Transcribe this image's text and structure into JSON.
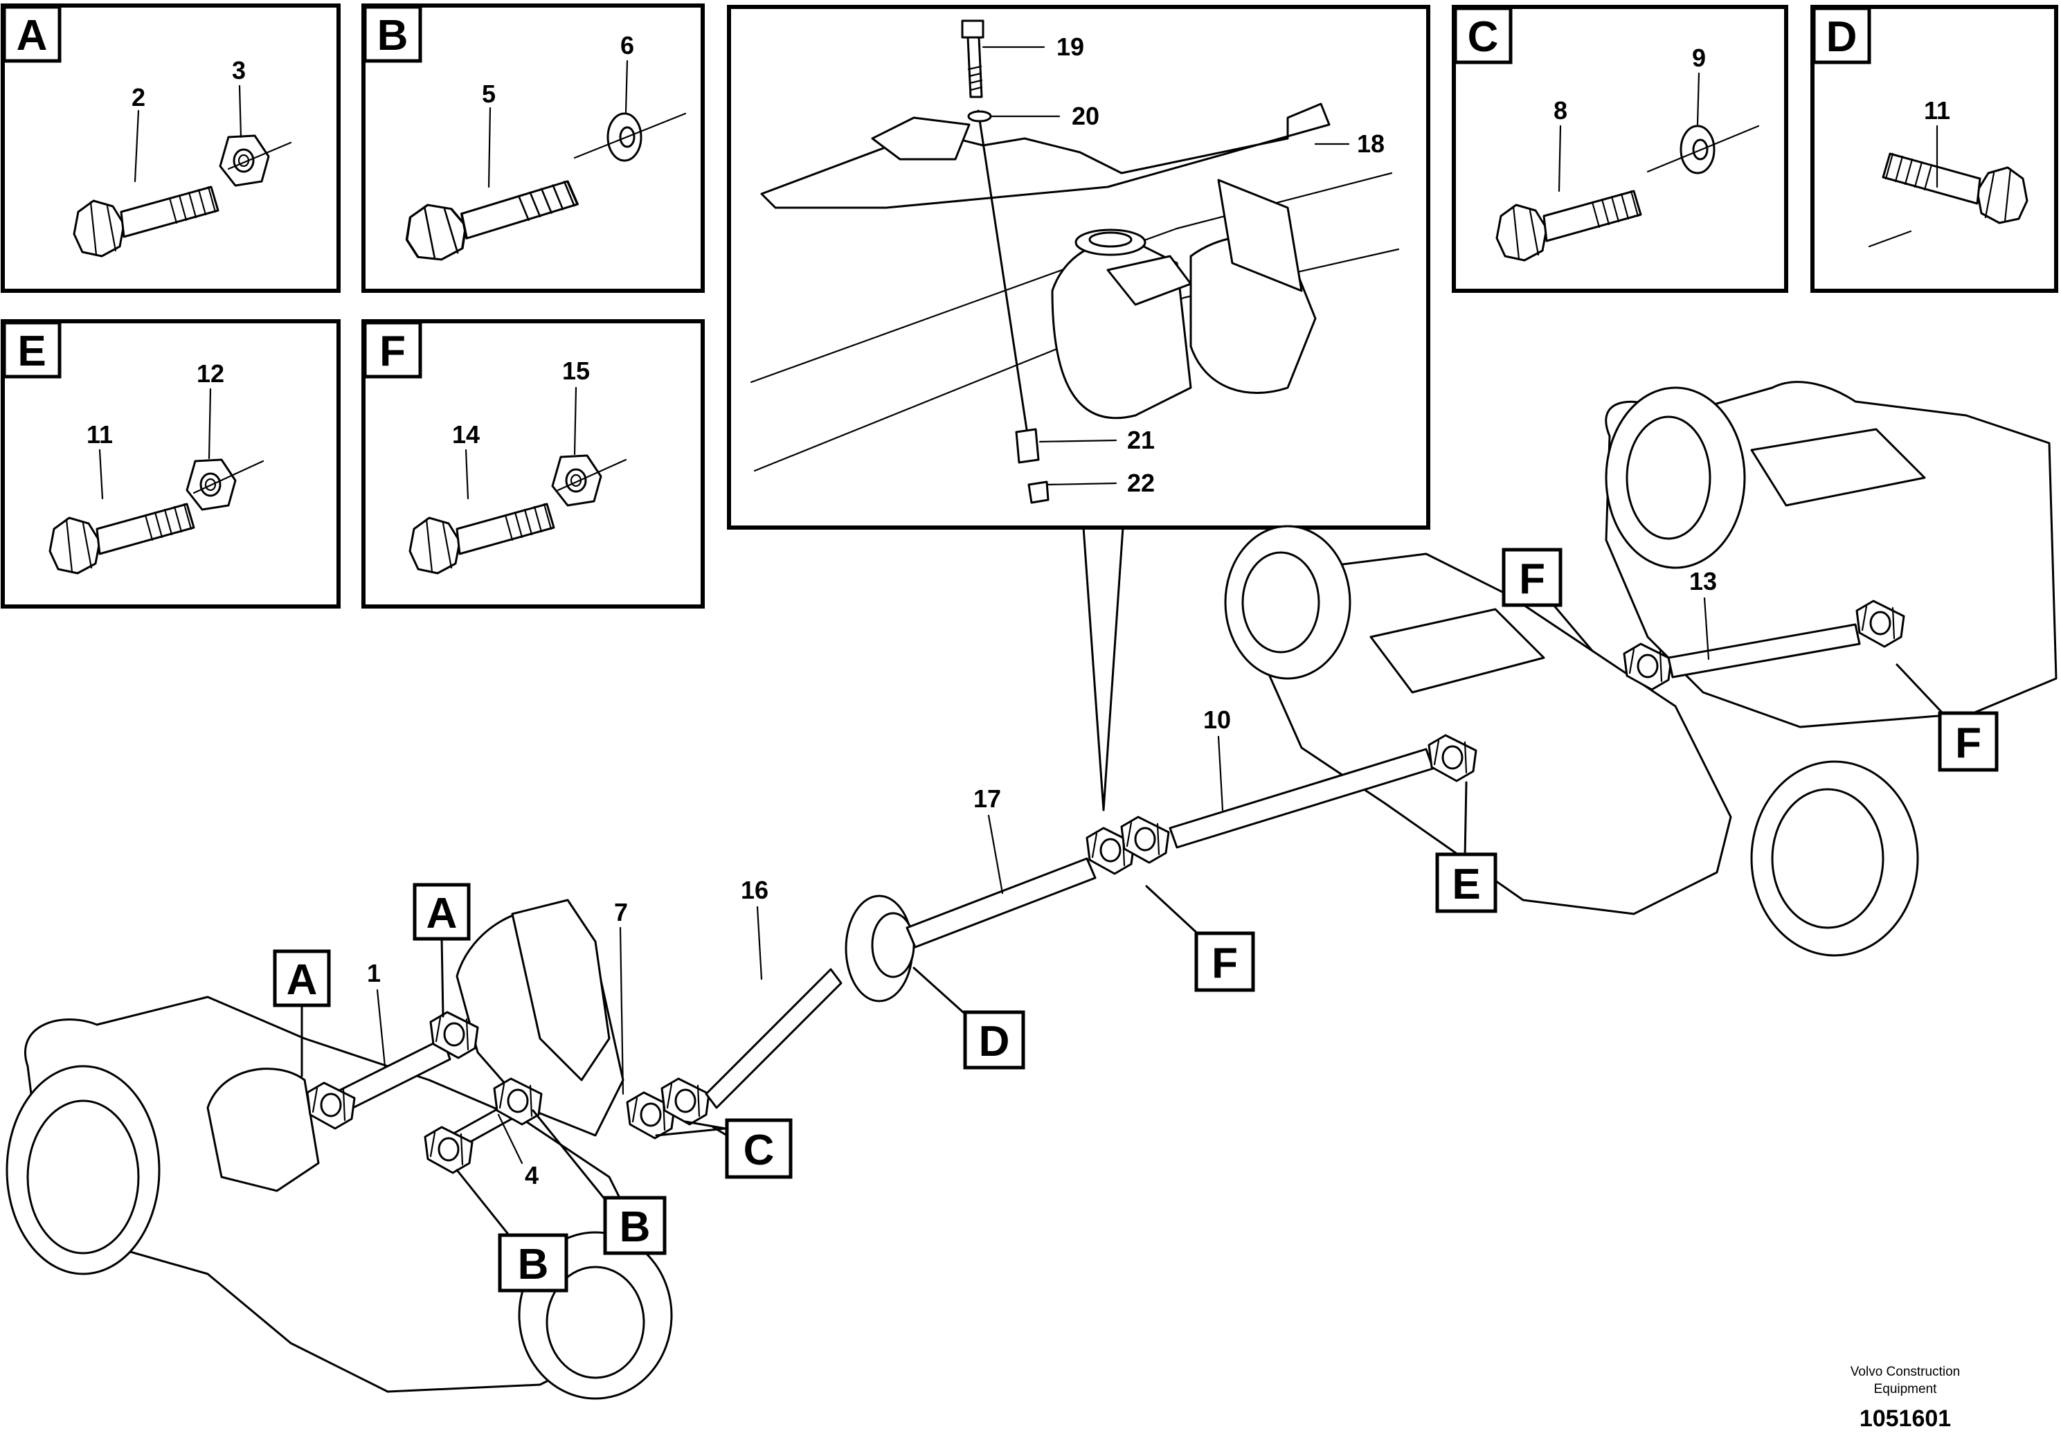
{
  "detail_boxes": {
    "A": {
      "letter": "A",
      "labels": [
        "2",
        "3"
      ]
    },
    "B": {
      "letter": "B",
      "labels": [
        "5",
        "6"
      ]
    },
    "C": {
      "letter": "C",
      "labels": [
        "8",
        "9"
      ]
    },
    "D": {
      "letter": "D",
      "labels": [
        "11"
      ]
    },
    "E": {
      "letter": "E",
      "labels": [
        "11",
        "12"
      ]
    },
    "F": {
      "letter": "F",
      "labels": [
        "14",
        "15"
      ]
    }
  },
  "bracket_detail": {
    "labels": [
      "19",
      "20",
      "18",
      "21",
      "22"
    ]
  },
  "main_view": {
    "callouts": [
      "A",
      "A",
      "B",
      "B",
      "C",
      "D",
      "E",
      "F",
      "F",
      "F"
    ],
    "part_numbers": [
      "1",
      "4",
      "7",
      "16",
      "17",
      "10",
      "13"
    ]
  },
  "footer": {
    "credit_line1": "Volvo Construction",
    "credit_line2": "Equipment",
    "doc_number": "1051601"
  }
}
